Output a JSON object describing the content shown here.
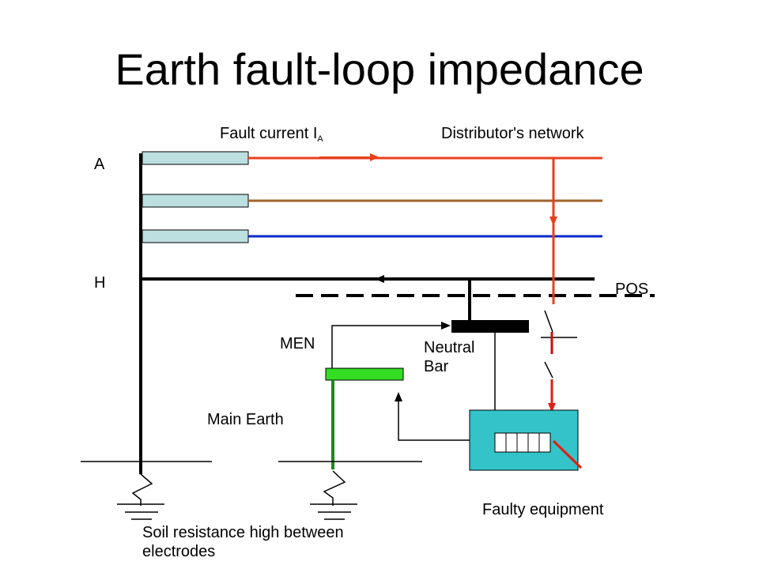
{
  "title": "Earth fault-loop impedance",
  "labels": {
    "fault_current": "Fault current I",
    "fault_current_sub": "A",
    "distributor_network": "Distributor's network",
    "phase_a": "A",
    "neutral_h": "H",
    "pos": "POS",
    "men": "MEN",
    "neutral_bar_line1": "Neutral",
    "neutral_bar_line2": "Bar",
    "main_earth": "Main Earth",
    "faulty_equipment": "Faulty equipment",
    "soil_line1": "Soil resistance high between",
    "soil_line2": "electrodes"
  },
  "colors": {
    "phase_red": "#e8401c",
    "phase_brown": "#a0642a",
    "phase_blue": "#0a28c8",
    "fuse_fill": "#bcdfe0",
    "earth_bar_green": "#33dd22",
    "earth_conductor_green": "#1a8c1a",
    "equipment_fill": "#33c3c8",
    "fault_path_red": "#e02010"
  }
}
